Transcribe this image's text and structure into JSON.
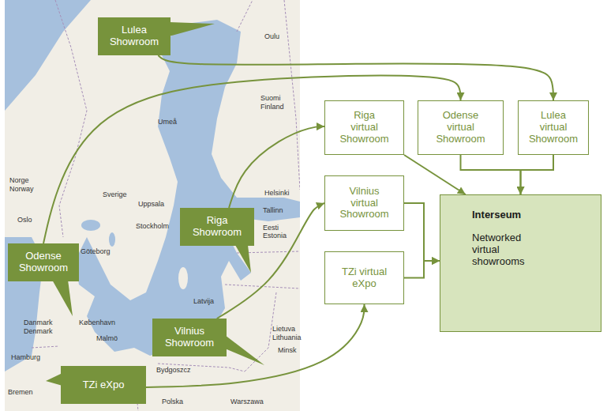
{
  "diagram": {
    "nodes": [
      {
        "text": [
          "Lulea Showroom"
        ]
      },
      {
        "text": [
          "Riga virtual Showroom"
        ]
      },
      {
        "text": [
          "Odense virtual Showroom"
        ]
      },
      {
        "text": [
          "Lulea virtual Showroom"
        ]
      },
      {
        "text": [
          "Riga Showroom"
        ]
      },
      {
        "text": [
          "Vilnius virtual Showroom"
        ]
      },
      {
        "text": [
          "Interseum",
          "Networked virtual showrooms"
        ]
      },
      {
        "text": [
          "Odense Showroom"
        ]
      },
      {
        "text": [
          "TZi virtual eXpo"
        ]
      },
      {
        "text": [
          "Vilnius Showroom"
        ]
      },
      {
        "text": [
          "TZi eXpo"
        ]
      }
    ],
    "edges": [
      {
        "from": 0,
        "to": 3,
        "arrow": "to"
      },
      {
        "from": 7,
        "to": 2,
        "arrow": "to"
      },
      {
        "from": 4,
        "to": 1,
        "arrow": "to"
      },
      {
        "from": 9,
        "to": 5,
        "arrow": "to"
      },
      {
        "from": 10,
        "to": 8,
        "arrow": "to"
      },
      {
        "from": 1,
        "to": 6,
        "arrow": "to"
      },
      {
        "from": 2,
        "to": 6,
        "arrow": "to"
      },
      {
        "from": 3,
        "to": 6,
        "arrow": "to"
      },
      {
        "from": 5,
        "to": 6,
        "arrow": "to"
      },
      {
        "from": 8,
        "to": 6,
        "arrow": "to"
      }
    ],
    "labels": [
      "Oulu",
      "Suomi",
      "Finland",
      "Umeå",
      "Sverige",
      "Norge",
      "Norway",
      "Oslo",
      "Uppsala",
      "Stockholm",
      "Helsinki",
      "Tallinn",
      "Eesti",
      "Estonia",
      "Latvija",
      "Lietuva",
      "Lithuania",
      "Danmark",
      "Denmark",
      "København",
      "Malmö",
      "Göteborg",
      "Hamburg",
      "Bremen",
      "Polska",
      "Warszawa",
      "Minsk",
      "Bydgoszcz"
    ]
  }
}
